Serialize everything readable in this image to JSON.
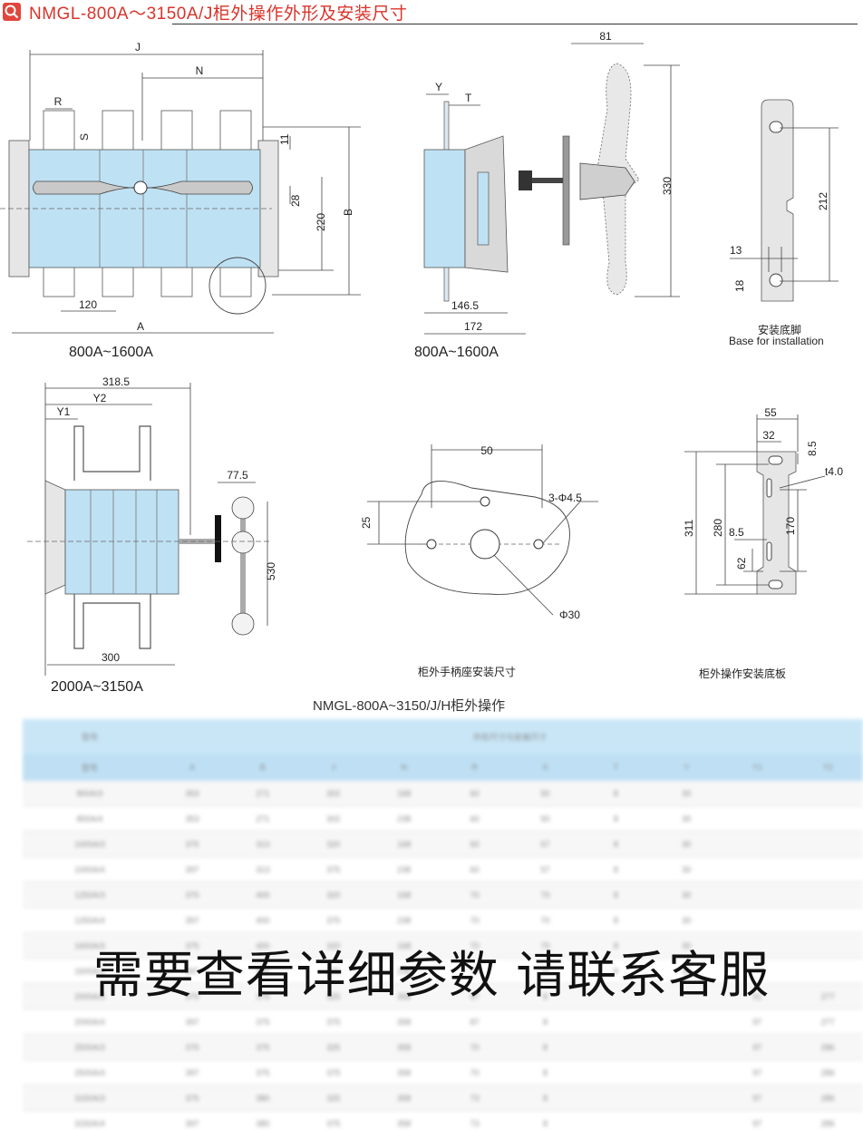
{
  "header": {
    "title": "NMGL-800A～3150A/J柜外操作外形及安装尺寸",
    "accent": "#d9342b"
  },
  "fig1": {
    "caption": "800A~1600A",
    "labels": {
      "J": "J",
      "N": "N",
      "R": "R",
      "S": "S",
      "d11": "11",
      "d28": "28",
      "d220": "220",
      "B": "B",
      "d120": "120",
      "A": "A"
    }
  },
  "fig2": {
    "caption": "800A~1600A",
    "labels": {
      "Y": "Y",
      "T": "T",
      "d81": "81",
      "d330": "330",
      "d146": "146.5",
      "d172": "172"
    }
  },
  "fig3": {
    "title_cn": "安装底脚",
    "title_en": "Base for installation",
    "labels": {
      "d212": "212",
      "d13": "13",
      "d18": "18"
    }
  },
  "fig4": {
    "caption": "2000A~3150A",
    "labels": {
      "d318": "318.5",
      "Y2": "Y2",
      "Y1": "Y1",
      "d77": "77.5",
      "d530": "530",
      "d300": "300"
    }
  },
  "fig5": {
    "caption": "柜外手柄座安装尺寸",
    "labels": {
      "d50": "50",
      "d25": "25",
      "holes": "3-Φ4.5",
      "center": "Φ30"
    }
  },
  "fig6": {
    "caption": "柜外操作安装底板",
    "labels": {
      "d55": "55",
      "d32": "32",
      "d85a": "8.5",
      "t4": "t4.0",
      "d311": "311",
      "d280": "280",
      "d170": "170",
      "d85b": "8.5",
      "d62": "62"
    }
  },
  "table": {
    "title": "NMGL-800A~3150/J/H柜外操作",
    "group_header": "外形尺寸与安装尺寸",
    "corner": "型号",
    "columns": [
      "型号",
      "A",
      "B",
      "J",
      "N",
      "R",
      "S",
      "T",
      "Y",
      "Y1",
      "Y2"
    ],
    "rows": [
      [
        "800A/3",
        "353",
        "271",
        "302",
        "168",
        "60",
        "50",
        "8",
        "30",
        "",
        ""
      ],
      [
        "800A/4",
        "353",
        "271",
        "302",
        "238",
        "60",
        "50",
        "8",
        "30",
        "",
        ""
      ],
      [
        "1000A/3",
        "375",
        "313",
        "320",
        "168",
        "60",
        "57",
        "8",
        "30",
        "",
        ""
      ],
      [
        "1000A/4",
        "397",
        "313",
        "375",
        "238",
        "60",
        "57",
        "8",
        "30",
        "",
        ""
      ],
      [
        "1250A/3",
        "375",
        "400",
        "320",
        "168",
        "70",
        "70",
        "8",
        "30",
        "",
        ""
      ],
      [
        "1250A/4",
        "397",
        "400",
        "375",
        "238",
        "70",
        "70",
        "8",
        "30",
        "",
        ""
      ],
      [
        "1600A/3",
        "375",
        "400",
        "320",
        "168",
        "70",
        "70",
        "8",
        "30",
        "",
        ""
      ],
      [
        "1600A/4",
        "397",
        "400",
        "375",
        "238",
        "70",
        "70",
        "8",
        "30",
        "",
        ""
      ],
      [
        "2000A/3",
        "375",
        "375",
        "325",
        "358",
        "87",
        "8",
        "",
        "",
        "91",
        "277"
      ],
      [
        "2000A/4",
        "397",
        "375",
        "375",
        "358",
        "87",
        "8",
        "",
        "",
        "97",
        "277"
      ],
      [
        "2500A/3",
        "375",
        "375",
        "325",
        "358",
        "70",
        "8",
        "",
        "",
        "97",
        "286"
      ],
      [
        "2500A/4",
        "397",
        "375",
        "375",
        "358",
        "70",
        "8",
        "",
        "",
        "97",
        "286"
      ],
      [
        "3150A/3",
        "375",
        "380",
        "325",
        "358",
        "73",
        "8",
        "",
        "",
        "97",
        "286"
      ],
      [
        "3150A/4",
        "397",
        "380",
        "375",
        "358",
        "73",
        "8",
        "",
        "",
        "97",
        "286"
      ]
    ]
  },
  "overlay_text": "需要查看详细参数 请联系客服"
}
